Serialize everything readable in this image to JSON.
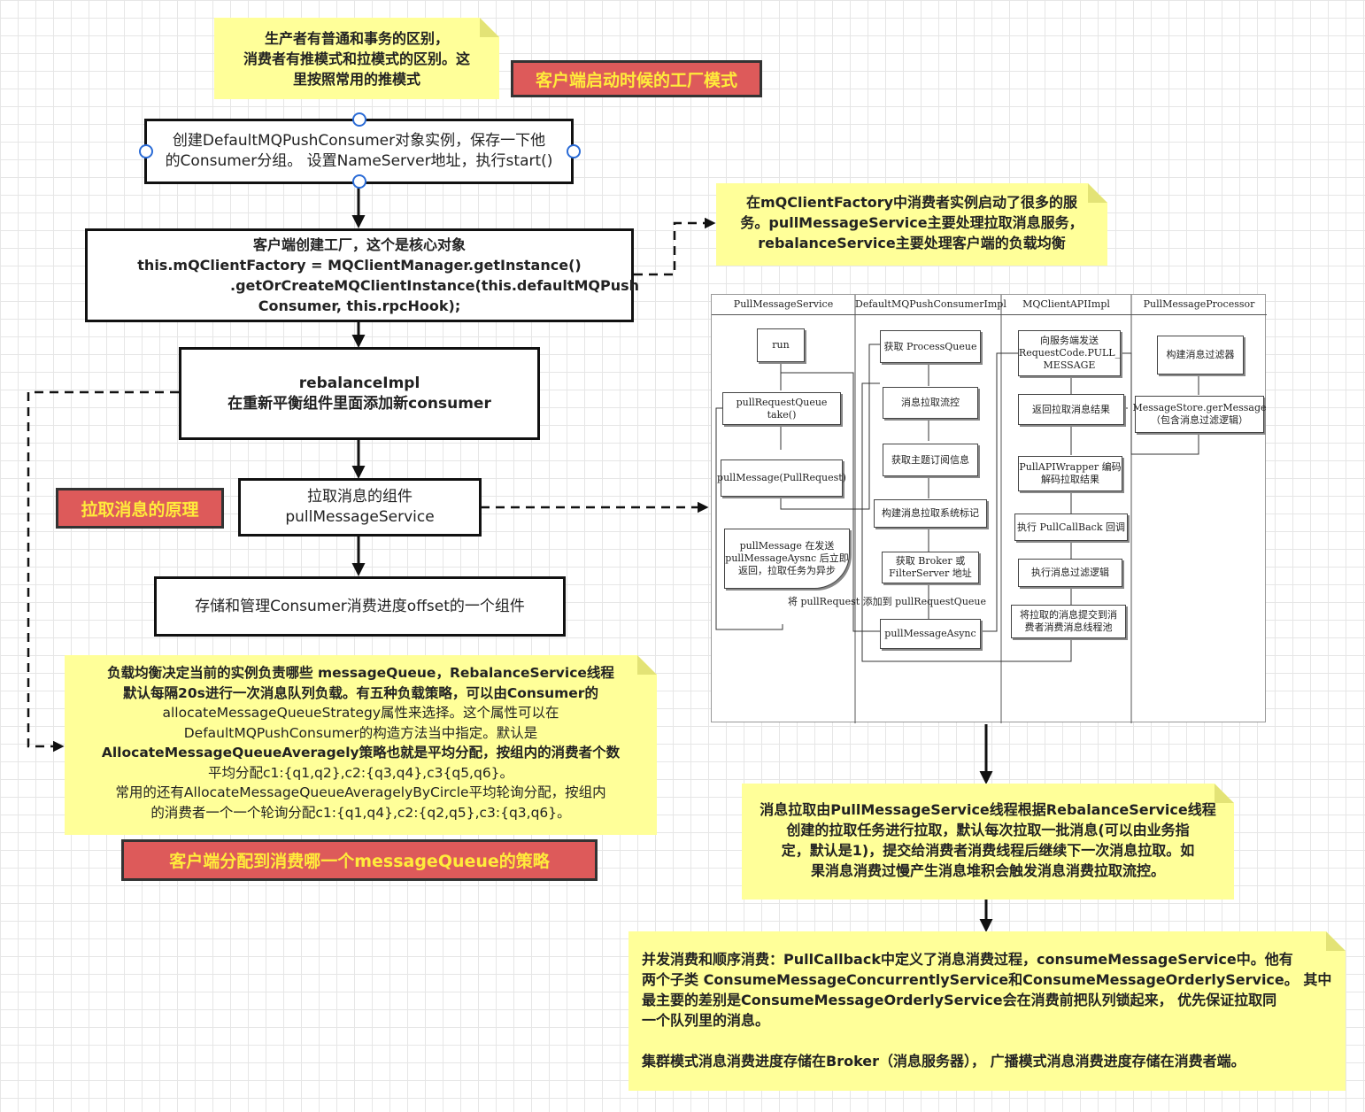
{
  "notes": {
    "top_note": [
      "生产者有普通和事务的区别，",
      "消费者有推模式和拉模式的区别。这",
      "里按照常用的推模式"
    ],
    "factory_note": [
      "在mQClientFactory中消费者实例启动了很多的服",
      "务。pullMessageService主要处理拉取消息服务，",
      "rebalanceService主要处理客户端的负载均衡"
    ],
    "rebalance_note": [
      "负载均衡决定当前的实例负责哪些 messageQueue，RebalanceService线程",
      "默认每隔20s进行一次消息队列负载。有五种负载策略，可以由Consumer的",
      "allocateMessageQueueStrategy属性来选择。这个属性可以在",
      "DefaultMQPushConsumer的构造方法当中指定。默认是",
      "AllocateMessageQueueAveragely策略也就是平均分配，按组内的消费者个数",
      "平均分配c1:{q1,q2},c2:{q3,q4},c3{q5,q6}。",
      "常用的还有AllocateMessageQueueAveragelyByCircle平均轮询分配，按组内",
      "的消费者一个一个轮询分配c1:{q1,q4},c2:{q2,q5},c3:{q3,q6}。"
    ],
    "pull_note": [
      "消息拉取由PullMessageService线程根据RebalanceService线程",
      "创建的拉取任务进行拉取，默认每次拉取一批消息(可以由业务指",
      "定，默认是1)，提交给消费者消费线程后继续下一次消息拉取。如",
      "果消息消费过慢产生消息堆积会触发消息消费拉取流控。"
    ],
    "consume_note": [
      "并发消费和顺序消费：PullCallback中定义了消息消费过程，consumeMessageService中。他有",
      "两个子类 ConsumeMessageConcurrentlyService和ConsumeMessageOrderlyService。 其中",
      "最主要的差别是ConsumeMessageOrderlyService会在消费前把队列锁起来， 优先保证拉取同",
      "一个队列里的消息。",
      "",
      "集群模式消息消费进度存储在Broker（消息服务器）， 广播模式消息消费进度存储在消费者端。"
    ]
  },
  "labels": {
    "factory_mode": "客户端启动时候的工厂模式",
    "pull_principle": "拉取消息的原理",
    "allocate_strategy": "客户端分配到消费哪一个messageQueue的策略"
  },
  "boxes": {
    "create_consumer": [
      "创建DefaultMQPushConsumer对象实例，保存一下他",
      "的Consumer分组。 设置NameServer地址，执行start()"
    ],
    "client_factory": [
      "客户端创建工厂，这个是核心对象",
      "this.mQClientFactory = MQClientManager.getInstance()",
      ".getOrCreateMQClientInstance(this.defaultMQPush",
      "Consumer, this.rpcHook);"
    ],
    "rebalance": [
      "rebalanceImpl",
      "在重新平衡组件里面添加新consumer"
    ],
    "pull_service": [
      "拉取消息的组件",
      "pullMessageService"
    ],
    "offset_store": "存储和管理Consumer消费进度offset的一个组件"
  },
  "flow_picture": {
    "lanes": [
      "PullMessageService",
      "DefaultMQPushConsumerImpl",
      "MQClientAPIImpl",
      "PullMessageProcessor"
    ],
    "lane1": {
      "run": "run",
      "take": "pullRequestQueue take()",
      "pull": "pullMessage(PullRequest)",
      "doc": [
        "pullMessage 在发送",
        "pullMessageAysnc 后立即",
        "返回，拉取任务为异步"
      ]
    },
    "lane2": {
      "get_pq": "获取 ProcessQueue",
      "flow_ctrl": "消息拉取流控",
      "get_sub": "获取主题订阅信息",
      "build_flag": "构建消息拉取系统标记",
      "get_broker": [
        "获取 Broker 或",
        "FilterServer 地址"
      ],
      "async": "pullMessageAsync",
      "add_note": "将 pullRequest 添加到 pullRequestQueue"
    },
    "lane3": {
      "send": [
        "向服务端发送",
        "RequestCode.PULL_",
        "MESSAGE"
      ],
      "ret": "返回拉取消息结果",
      "wrapper": [
        "PullAPIWrapper 编码",
        "解码拉取结果"
      ],
      "callback": "执行 PullCallBack 回调",
      "filter": "执行消息过滤逻辑",
      "submit": [
        "将拉取的消息提交到消",
        "费者消费消息线程池"
      ]
    },
    "lane4": {
      "build_filter": "构建消息过滤器",
      "store": [
        "MessageStore.gerMessage",
        "（包含消息过滤逻辑）"
      ]
    }
  }
}
